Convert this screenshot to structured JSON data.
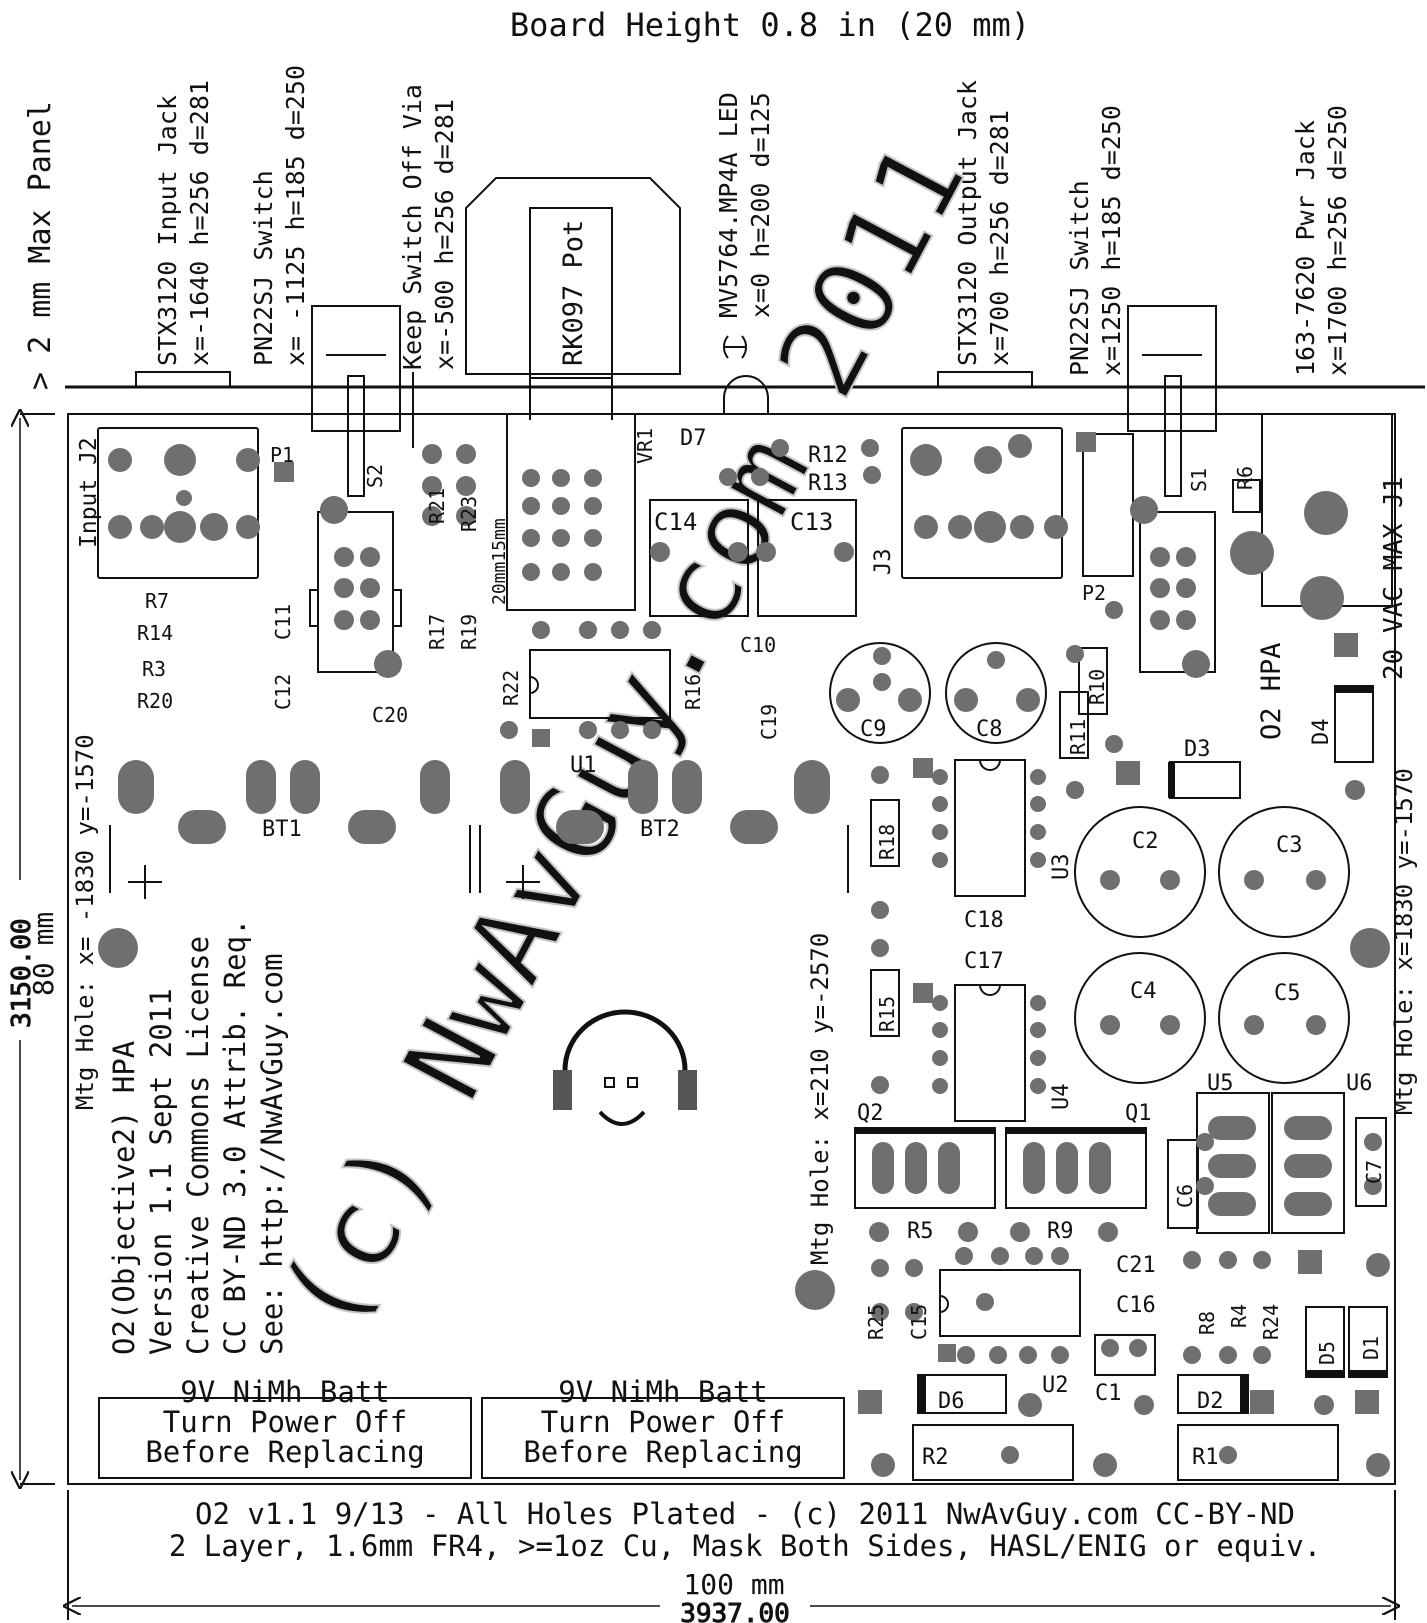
{
  "header": {
    "board_height": "Board Height 0.8 in (20 mm)",
    "max_panel": "> 2 mm Max Panel"
  },
  "top_labels": [
    {
      "line1": "STX3120 Input Jack",
      "line2": "x=-1640 h=256 d=281"
    },
    {
      "line1": "PN22SJ Switch",
      "line2": "x= -1125 h=185 d=250"
    },
    {
      "line1": "Keep Switch Off Via",
      "line2": "x=-500 h=256 d=281"
    },
    {
      "line1": "MV5764.MP4A LED",
      "line2": "x=0 h=200 d=125"
    },
    {
      "line1": "STX3120 Output Jack",
      "line2": "x=700 h=256 d=281"
    },
    {
      "line1": "PN22SJ Switch",
      "line2": "x=1250 h=185 d=250"
    },
    {
      "line1": "163-7620 Pwr Jack",
      "line2": "x=1700 h=256 d=250"
    }
  ],
  "pot_label": "RK097 Pot",
  "silkscreen": {
    "input_j2": "Input J2",
    "vac_j1": "20 VAC MAX J1",
    "o2_hpa": "O2 HPA",
    "pot_dims": "20mm15mm",
    "mtg_left": "Mtg Hole: x= -1830 y=-1570",
    "mtg_center": "Mtg Hole: x=210 y=-2570",
    "mtg_right": "Mtg Hole: x=1830 y=-1570",
    "info_lines": [
      "O2(Objective2) HPA",
      "Version 1.1 Sept 2011",
      "Creative Commons License",
      "CC BY-ND 3.0 Attrib. Req.",
      "See: http://NwAvGuy.com"
    ],
    "batt_box": [
      "9V NiMh Batt",
      "Turn Power Off",
      "Before Replacing"
    ],
    "watermark": "(c) NwAvGuy.com 2011"
  },
  "component_labels": [
    "P1",
    "S2",
    "VR1",
    "D7",
    "R12",
    "R13",
    "C14",
    "C13",
    "J3",
    "P2",
    "S1",
    "R6",
    "R7",
    "R14",
    "R3",
    "R20",
    "C11",
    "C12",
    "R21",
    "R23",
    "R17",
    "R19",
    "R22",
    "R16",
    "C10",
    "C19",
    "C20",
    "U1",
    "C9",
    "C8",
    "R10",
    "R11",
    "D4",
    "D3",
    "BT1",
    "BT2",
    "R18",
    "U3",
    "C2",
    "C3",
    "C18",
    "C17",
    "R15",
    "C4",
    "C5",
    "U4",
    "Q2",
    "Q1",
    "U5",
    "U6",
    "C6",
    "C7",
    "R5",
    "R9",
    "C21",
    "C16",
    "R25",
    "C15",
    "R8",
    "R4",
    "R24",
    "D5",
    "D1",
    "U2",
    "C1",
    "D6",
    "D2",
    "R2",
    "R1"
  ],
  "footer": {
    "line1": "O2 v1.1 9/13 - All Holes Plated - (c) 2011 NwAvGuy.com CC-BY-ND",
    "line2": "2 Layer, 1.6mm FR4, >=1oz Cu, Mask Both Sides, HASL/ENIG or equiv."
  },
  "dimensions": {
    "height_mils": "3150.00",
    "height_mm": "80 mm",
    "width_mm": "100 mm",
    "width_mils": "3937.00"
  },
  "colors": {
    "ink": "#111111",
    "pad": "#6f6f6f",
    "watermark": "#bbbbbb"
  }
}
